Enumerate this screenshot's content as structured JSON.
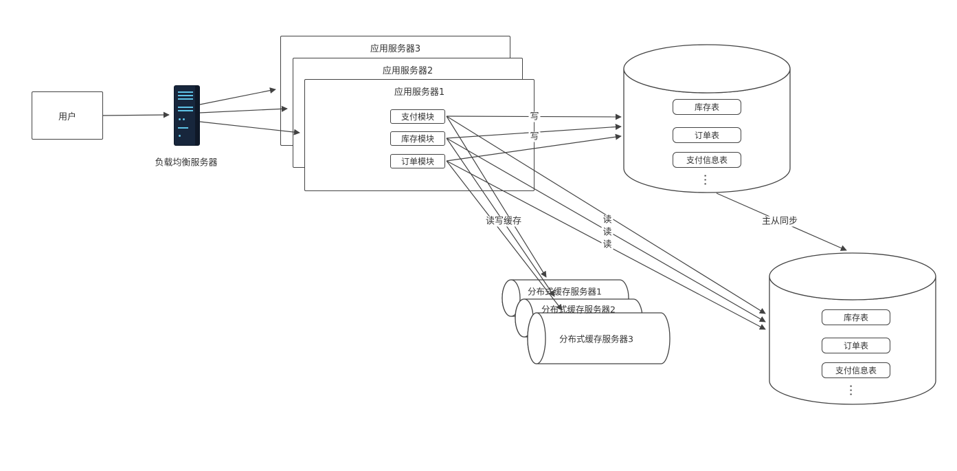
{
  "diagram": {
    "user": {
      "label": "用户"
    },
    "load_balancer": {
      "label": "负载均衡服务器"
    },
    "app_servers": [
      {
        "label": "应用服务器3"
      },
      {
        "label": "应用服务器2"
      },
      {
        "label": "应用服务器1"
      }
    ],
    "modules": [
      {
        "label": "支付模块"
      },
      {
        "label": "库存模块"
      },
      {
        "label": "订单模块"
      }
    ],
    "master_db": {
      "tables": [
        "库存表",
        "订单表",
        "支付信息表"
      ],
      "more_indicator": "…"
    },
    "slave_db": {
      "tables": [
        "库存表",
        "订单表",
        "支付信息表"
      ],
      "more_indicator": "…"
    },
    "cache_servers": [
      {
        "label": "分布式缓存服务器1"
      },
      {
        "label": "分布式缓存服务器2"
      },
      {
        "label": "分布式缓存服务器3"
      }
    ],
    "edge_labels": {
      "write_1": "写",
      "write_2": "写",
      "read_1": "读",
      "read_2": "读",
      "read_3": "读",
      "cache_rw": "读写缓存",
      "sync": "主从同步"
    },
    "colors": {
      "stroke": "#424242",
      "text": "#333333",
      "server_body": "#17263c",
      "server_stripe": "#5fc4e8",
      "background": "#ffffff"
    }
  }
}
